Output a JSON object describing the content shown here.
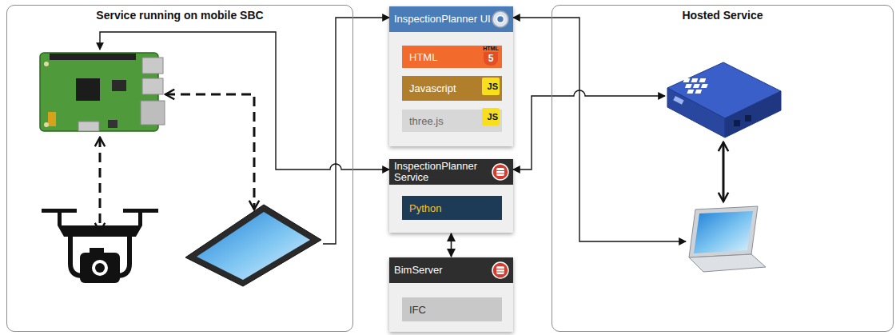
{
  "diagram": {
    "nodes": [
      {
        "text": [
          "Service running on mobile SBC"
        ]
      },
      {
        "text": [
          "InspectionPlanner UI"
        ]
      },
      {
        "text": [
          "HTML"
        ],
        "in": 1
      },
      {
        "text": [
          "Javascript"
        ],
        "in": 1
      },
      {
        "text": [
          "three.js"
        ],
        "in": 1
      },
      {
        "text": [
          "InspectionPlanner Service"
        ]
      },
      {
        "text": [
          "Python"
        ],
        "in": 5
      },
      {
        "text": [
          "BimServer"
        ]
      },
      {
        "text": [
          "IFC"
        ],
        "in": 7
      },
      {
        "text": [
          "Hosted Service"
        ]
      }
    ],
    "edges": [
      {
        "from": 5,
        "to": 7,
        "arrow": "both"
      }
    ],
    "labels": [
      "HTML",
      "5",
      "JS",
      "JS"
    ]
  }
}
